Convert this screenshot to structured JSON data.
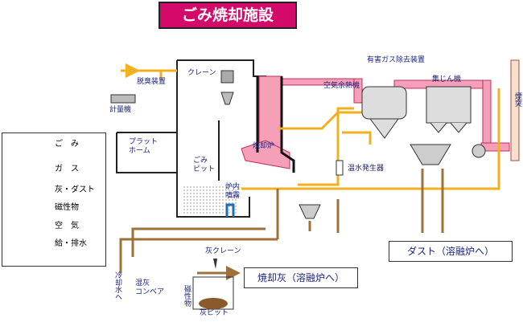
{
  "title": "ごみ焼却施設",
  "labels": {
    "deodorizer": "脱臭装置",
    "crane": "クレーン",
    "scale": "計量機",
    "platform": "プラット\nホーム",
    "pit": "ごみ\nピット",
    "furnace": "焼却炉",
    "spray": "炉内\n噴霧",
    "boiler": "空気余熱機",
    "gas_removal": "有害ガス除去装置",
    "dust_collector": "集じん機",
    "chimney": "煙突",
    "warm_water": "温水発生器",
    "ash_crane": "灰クレーン",
    "cooling_water": "冷却水へ",
    "wet_conveyor": "湿灰\nコンベア",
    "magnetic": "磁性物",
    "ash_pit": "灰ピット",
    "ash_box": "焼却灰（溶融炉へ）",
    "dust_box": "ダスト（溶融炉へ）"
  },
  "legend": [
    {
      "icon": "garbage-swatch",
      "label": "ご　み"
    },
    {
      "icon": "gas-arrow",
      "label": "ガ　ス",
      "color": "#f07090"
    },
    {
      "icon": "ash-arrow",
      "label": "灰・ダスト",
      "color": "#a0703a"
    },
    {
      "icon": "magnetic-arrow",
      "label": "磁性物",
      "color": "#8b1a5a"
    },
    {
      "icon": "air-arrow",
      "label": "空　気",
      "color": "#f0b020"
    },
    {
      "icon": "water-arrow",
      "label": "給・排水",
      "color": "#2070b0"
    }
  ],
  "colors": {
    "title_bg": "#d40a6a",
    "gas": "#f5a0b8",
    "ash": "#a0703a",
    "air": "#f0b020",
    "water": "#2070b0",
    "magnetic": "#8b1a5a"
  }
}
